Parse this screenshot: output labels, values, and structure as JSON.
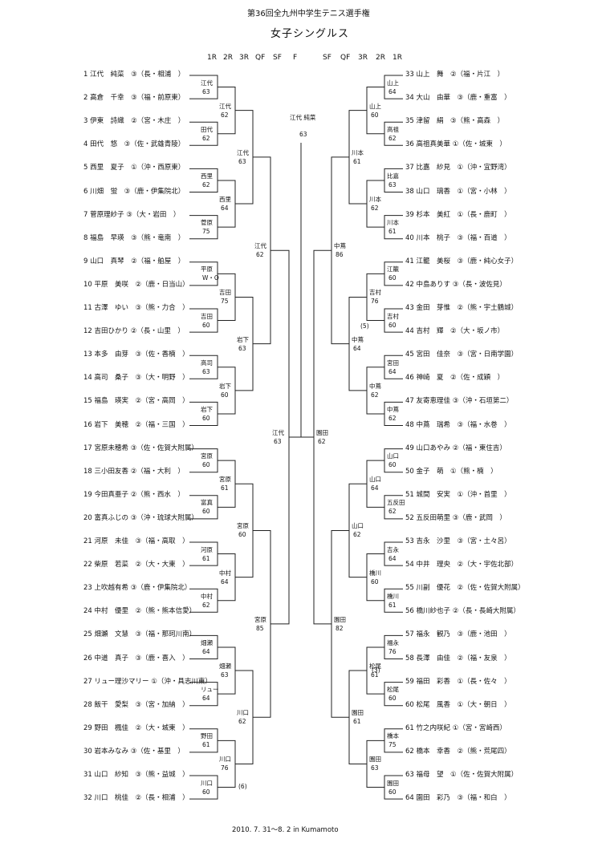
{
  "title": "第36回全九州中学生テニス選手権",
  "subtitle": "女子シングルス",
  "round_headers_left": [
    "1R",
    "2R",
    "3R",
    "QF",
    "SF",
    "F"
  ],
  "round_headers_right": [
    "SF",
    "QF",
    "3R",
    "2R",
    "1R"
  ],
  "champion": {
    "name": "江代 純菜",
    "score": "63"
  },
  "footer": "2010. 7. 31～8. 2 in Kumamoto",
  "notes": [
    "(5)",
    "(3)",
    "(6)"
  ],
  "left_players": [
    "1 江代　純菜　③（長・相浦　）",
    "2 高倉　千幸　③（福・前原東）",
    "3 伊東　詩織　②（宮・木庄　）",
    "4 田代　悠　③（佐・武雄青陵）",
    "5 西里　夏子　①（沖・西原東）",
    "6 川畑　蛍　③（鹿・伊集院北）",
    "7 菅原理紗子 ③（大・岩田　）",
    "8 福島　早瑛　③（熊・竜南　）",
    "9 山口　真琴　②（福・舶屋　）",
    "10 平原　美咲　②（鹿・日当山）",
    "11 古澤　ゆい　③（熊・力合　）",
    "12 吉田ひかり ②（長・山里　）",
    "13 本多　由芽　③（佐・香楠　）",
    "14 高司　桑子　③（大・明野　）",
    "15 福島　瑛実　②（宮・高岡　）",
    "16 岩下　美穂　②（福・三国　）",
    "17 宮原未穂希 ③（佐・佐賀大附属）",
    "18 三小田友香 ②（福・大利　）",
    "19 今田真亜子 ②（熊・西水　）",
    "20 富真ふじの ③（沖・琉球大附属）",
    "21 河原　未佳　③（福・高取　）",
    "22 柴原　若菜　②（大・大東　）",
    "23 上吹越有希 ③（鹿・伊集院北）",
    "24 中村　優里　②（熊・熊本信愛）",
    "25 畑瀬　文慧　③（福・那珂川南）",
    "26 中道　真子　③（鹿・喜入　）",
    "27 リュー理沙マリー ①（沖・具志川東）",
    "28 飯干　愛梨　③（宮・加納　）",
    "29 野田　楓佳　②（大・城東　）",
    "30 岩本みなみ ③（佐・基里　）",
    "31 山口　紗知　③（熊・益城　）",
    "32 川口　桃佳　②（長・相浦　）"
  ],
  "right_players": [
    "33 山上　舞　②（福・片江　）",
    "34 大山　由華　③（鹿・重富　）",
    "35 津留　絹　③（熊・高森　）",
    "36 高祖真美華 ①（佐・城東　）",
    "37 比嘉　紗見　①（沖・宜野湾）",
    "38 山口　璃香　①（宮・小林　）",
    "39 杉本　美紅　①（長・鹿町　）",
    "40 川本　桃子　③（福・百道　）",
    "41 江籠　美桜　③（鹿・純心女子）",
    "42 中島ありす ③（長・波佐見）",
    "43 金田　芽惟　②（熊・宇土鶴城）",
    "44 吉村　輝　②（大・坂ノ市）",
    "45 宮田　佳奈　③（宮・日南学園）",
    "46 神崎　夏　②（佐・成穎　）",
    "47 友寄恵理佳 ③（沖・石垣第二）",
    "48 中蔦　瑞希　③（福・水巻　）",
    "49 山口あやみ ②（福・東住吉）",
    "50 金子　萌　①（熊・楠　）",
    "51 城間　安実　①（沖・首里　）",
    "52 五反田萌里 ③（鹿・武岡　）",
    "53 吉永　沙里　③（宮・土々呂）",
    "54 中井　理央　②（大・宇佐北部）",
    "55 川副　優花　②（佐・佐賀大附属）",
    "56 橋川紗也子 ②（長・長崎大附属）",
    "57 福永　観乃　③（鹿・池田　）",
    "58 長澤　由佳　②（福・友泉　）",
    "59 福田　彩香　①（長・佐々　）",
    "60 松尾　風香　①（大・朝日　）",
    "61 竹之内咲紀 ①（宮・宮崎西）",
    "62 橋本　幸香　②（熊・荒尾四）",
    "63 福母　望　①（佐・佐賀大附属）",
    "64 園田　彩乃　③（福・和白　）"
  ],
  "left_rounds": [
    [
      {
        "name": "江代",
        "score": "63"
      },
      {
        "name": "田代",
        "score": "62"
      },
      {
        "name": "西里",
        "score": "62"
      },
      {
        "name": "菅原",
        "score": "75"
      },
      {
        "name": "平原",
        "score": "W・O"
      },
      {
        "name": "吉田",
        "score": "60"
      },
      {
        "name": "高司",
        "score": "63"
      },
      {
        "name": "岩下",
        "score": "60"
      },
      {
        "name": "宮原",
        "score": "60"
      },
      {
        "name": "富真",
        "score": "60"
      },
      {
        "name": "河原",
        "score": "61"
      },
      {
        "name": "中村",
        "score": "62"
      },
      {
        "name": "畑瀬",
        "score": "64"
      },
      {
        "name": "リュー",
        "score": "64"
      },
      {
        "name": "野田",
        "score": "61"
      },
      {
        "name": "川口",
        "score": "60"
      }
    ],
    [
      {
        "name": "江代",
        "score": "62"
      },
      {
        "name": "西里",
        "score": "64"
      },
      {
        "name": "吉田",
        "score": "75"
      },
      {
        "name": "岩下",
        "score": "60"
      },
      {
        "name": "宮原",
        "score": "61"
      },
      {
        "name": "中村",
        "score": "64"
      },
      {
        "name": "畑瀬",
        "score": "63"
      },
      {
        "name": "川口",
        "score": "76"
      }
    ],
    [
      {
        "name": "江代",
        "score": "63"
      },
      {
        "name": "岩下",
        "score": "63"
      },
      {
        "name": "宮原",
        "score": "60"
      },
      {
        "name": "川口",
        "score": "62"
      }
    ],
    [
      {
        "name": "江代",
        "score": "62"
      },
      {
        "name": "宮原",
        "score": "85"
      }
    ],
    [
      {
        "name": "江代",
        "score": "63"
      }
    ]
  ],
  "right_rounds": [
    [
      {
        "name": "山上",
        "score": "64"
      },
      {
        "name": "高祖",
        "score": "62"
      },
      {
        "name": "比嘉",
        "score": "63"
      },
      {
        "name": "川本",
        "score": "61"
      },
      {
        "name": "江籠",
        "score": "60"
      },
      {
        "name": "吉村",
        "score": "60"
      },
      {
        "name": "宮田",
        "score": "64"
      },
      {
        "name": "中蔦",
        "score": "62"
      },
      {
        "name": "山口",
        "score": "60"
      },
      {
        "name": "五反田",
        "score": "62"
      },
      {
        "name": "吉永",
        "score": "64"
      },
      {
        "name": "橋川",
        "score": "61"
      },
      {
        "name": "福永",
        "score": "76"
      },
      {
        "name": "松尾",
        "score": "60"
      },
      {
        "name": "橋本",
        "score": "75"
      },
      {
        "name": "園田",
        "score": "60"
      }
    ],
    [
      {
        "name": "山上",
        "score": "60"
      },
      {
        "name": "川本",
        "score": "62"
      },
      {
        "name": "吉村",
        "score": "76"
      },
      {
        "name": "中蔦",
        "score": "62"
      },
      {
        "name": "山口",
        "score": "64"
      },
      {
        "name": "橋川",
        "score": "60"
      },
      {
        "name": "松尾",
        "score": "61"
      },
      {
        "name": "園田",
        "score": "63"
      }
    ],
    [
      {
        "name": "川本",
        "score": "61"
      },
      {
        "name": "中蔦",
        "score": "64"
      },
      {
        "name": "山口",
        "score": "62"
      },
      {
        "name": "園田",
        "score": "61"
      }
    ],
    [
      {
        "name": "中蔦",
        "score": "86"
      },
      {
        "name": "園田",
        "score": "82"
      }
    ],
    [
      {
        "name": "園田",
        "score": "62"
      }
    ]
  ]
}
